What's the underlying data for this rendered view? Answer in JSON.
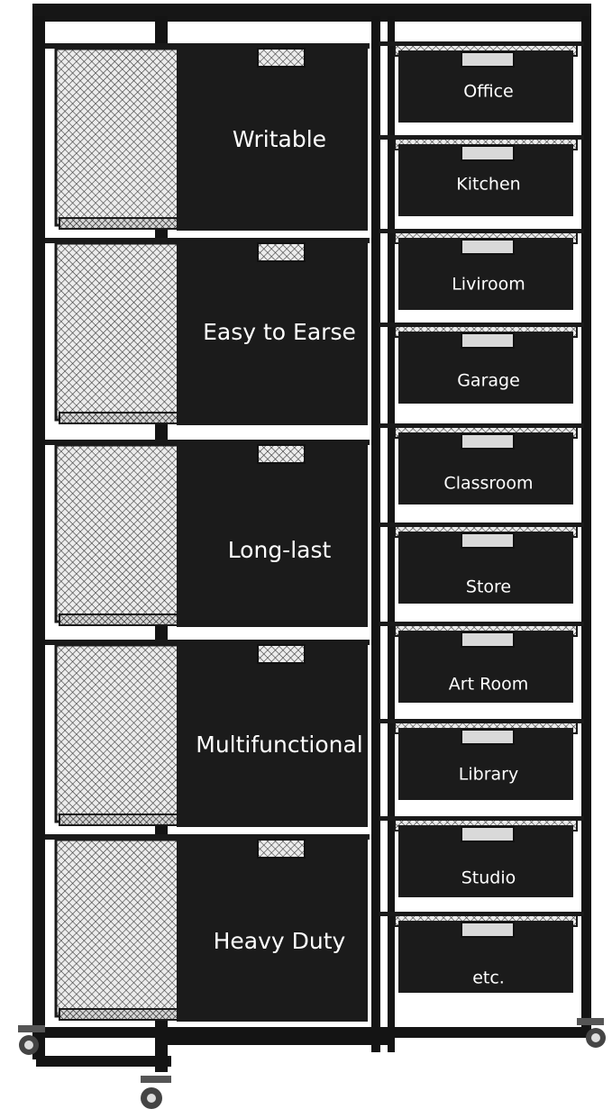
{
  "product": {
    "left_column_labels": [
      "Writable",
      "Easy to Earse",
      "Long-last",
      "Multifunctional",
      "Heavy Duty"
    ],
    "right_column_labels": [
      "Office",
      "Kitchen",
      "Liviroom",
      "Garage",
      "Classroom",
      "Store",
      "Art Room",
      "Library",
      "Studio",
      "etc."
    ],
    "colors": {
      "frame": "#141414",
      "drawer_face": "#1b1b1b",
      "mesh": "#2a2a2a",
      "label_text": "#ffffff",
      "background": "#ffffff"
    }
  }
}
